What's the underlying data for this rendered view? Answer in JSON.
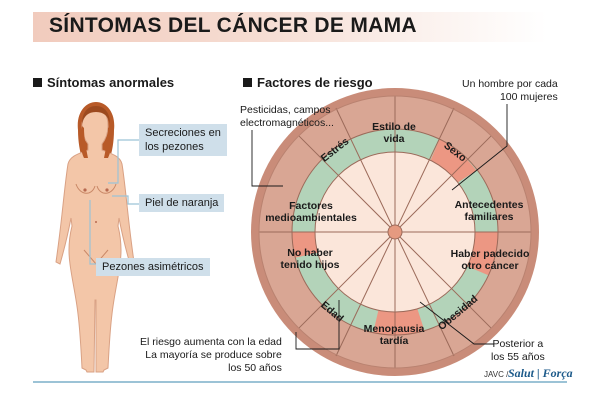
{
  "title": "SÍNTOMAS DEL CÁNCER DE MAMA",
  "colors": {
    "title_band": "#f1cbbd",
    "outer_ring": "#d9a694",
    "ring_dark": "#c98c79",
    "callout_box": "#cfdfea",
    "ring_green": "#b3d3b9",
    "highlight": "#ec9783",
    "inner_disc": "#fbe6da",
    "skin": "#f3c6a8",
    "hair": "#b85a28"
  },
  "symptoms": {
    "heading": "Síntomas anormales",
    "figure_icon": "female-body-figure",
    "callouts": {
      "secretions": [
        "Secreciones en",
        "los pezones"
      ],
      "orange_skin": "Piel de naranja",
      "asymmetric": "Pezones asimétricos"
    }
  },
  "risk": {
    "heading": "Factores de riesgo",
    "outer_ring": {
      "estres": "Estrés",
      "sexo": "Sexo",
      "edad": "Edad",
      "obesidad": "Obesidad"
    },
    "segments": {
      "estilo": [
        "Estilo de",
        "vida"
      ],
      "antecedentes": [
        "Antecedentes",
        "familiares"
      ],
      "padecido": [
        "Haber padecido",
        "otro cáncer"
      ],
      "menopausia": [
        "Menopausia",
        "tardía"
      ],
      "hijos": [
        "No haber",
        "tenido hijos"
      ],
      "ambientales": [
        "Factores",
        "medioambientales"
      ]
    },
    "notes": {
      "pesticidas": [
        "Pesticidas, campos",
        "electromagnéticos..."
      ],
      "hombre": [
        "Un hombre por cada",
        "100 mujeres"
      ],
      "riesgo": [
        "El riesgo aumenta con la edad",
        "La mayoría se produce sobre",
        "los 50 años"
      ],
      "posterior": [
        "Posterior a",
        "los 55 años"
      ]
    }
  },
  "credit": {
    "author": "JAVC /",
    "brand": "Salut | Força"
  }
}
